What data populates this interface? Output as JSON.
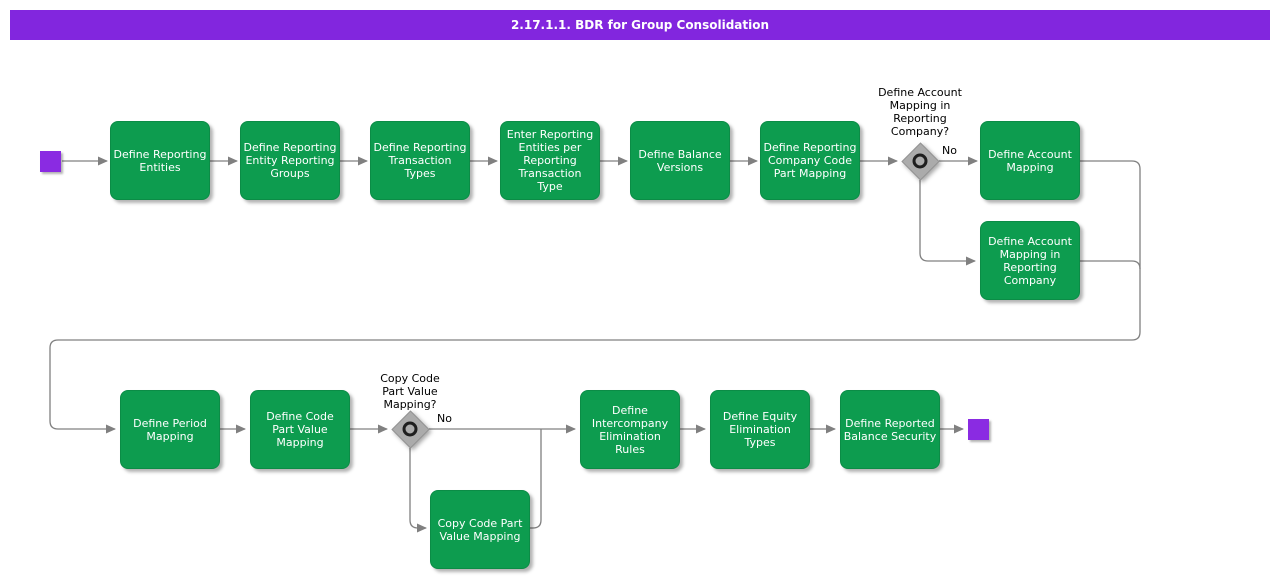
{
  "title_bar": {
    "text": "2.17.1.1. BDR for Group Consolidation"
  },
  "colors": {
    "title_bg": "#8226DE",
    "title_fg": "#FFFFFF",
    "task_fill": "#0D9C4F",
    "task_text": "#FFFFFF",
    "event_fill": "#8A2BE2",
    "gateway_fill": "#ABABAB",
    "gateway_ring": "#1E1E1E",
    "connector": "#808080",
    "label_text": "#000000",
    "background": "#FFFFFF"
  },
  "diagram": {
    "tasks": [
      {
        "id": "define-reporting-entities",
        "label": "Define Reporting\nEntities"
      },
      {
        "id": "define-reporting-entity-reporting-groups",
        "label": "Define Reporting\nEntity Reporting\nGroups"
      },
      {
        "id": "define-reporting-transaction-types",
        "label": "Define Reporting\nTransaction\nTypes"
      },
      {
        "id": "enter-reporting-entities-per-reporting-transaction-type",
        "label": "Enter Reporting\nEntities per\nReporting\nTransaction\nType"
      },
      {
        "id": "define-balance-versions",
        "label": "Define Balance\nVersions"
      },
      {
        "id": "define-reporting-company-code-part-mapping",
        "label": "Define Reporting\nCompany Code\nPart Mapping"
      },
      {
        "id": "define-account-mapping",
        "label": "Define Account\nMapping"
      },
      {
        "id": "define-account-mapping-in-reporting-company",
        "label": "Define Account\nMapping in\nReporting\nCompany"
      },
      {
        "id": "define-period-mapping",
        "label": "Define Period\nMapping"
      },
      {
        "id": "define-code-part-value-mapping",
        "label": "Define Code\nPart Value\nMapping"
      },
      {
        "id": "define-intercompany-elimination-rules",
        "label": "Define\nIntercompany\nElimination\nRules"
      },
      {
        "id": "define-equity-elimination-types",
        "label": "Define Equity\nElimination\nTypes"
      },
      {
        "id": "define-reported-balance-security",
        "label": "Define Reported\nBalance Security"
      },
      {
        "id": "copy-code-part-value-mapping",
        "label": "Copy Code Part\nValue Mapping"
      }
    ],
    "gateways": [
      {
        "id": "gateway-define-account-mapping",
        "question": "Define Account\nMapping in\nReporting\nCompany?",
        "no_label": "No"
      },
      {
        "id": "gateway-copy-code-part-value-mapping",
        "question": "Copy Code\nPart Value\nMapping?",
        "no_label": "No"
      }
    ]
  }
}
